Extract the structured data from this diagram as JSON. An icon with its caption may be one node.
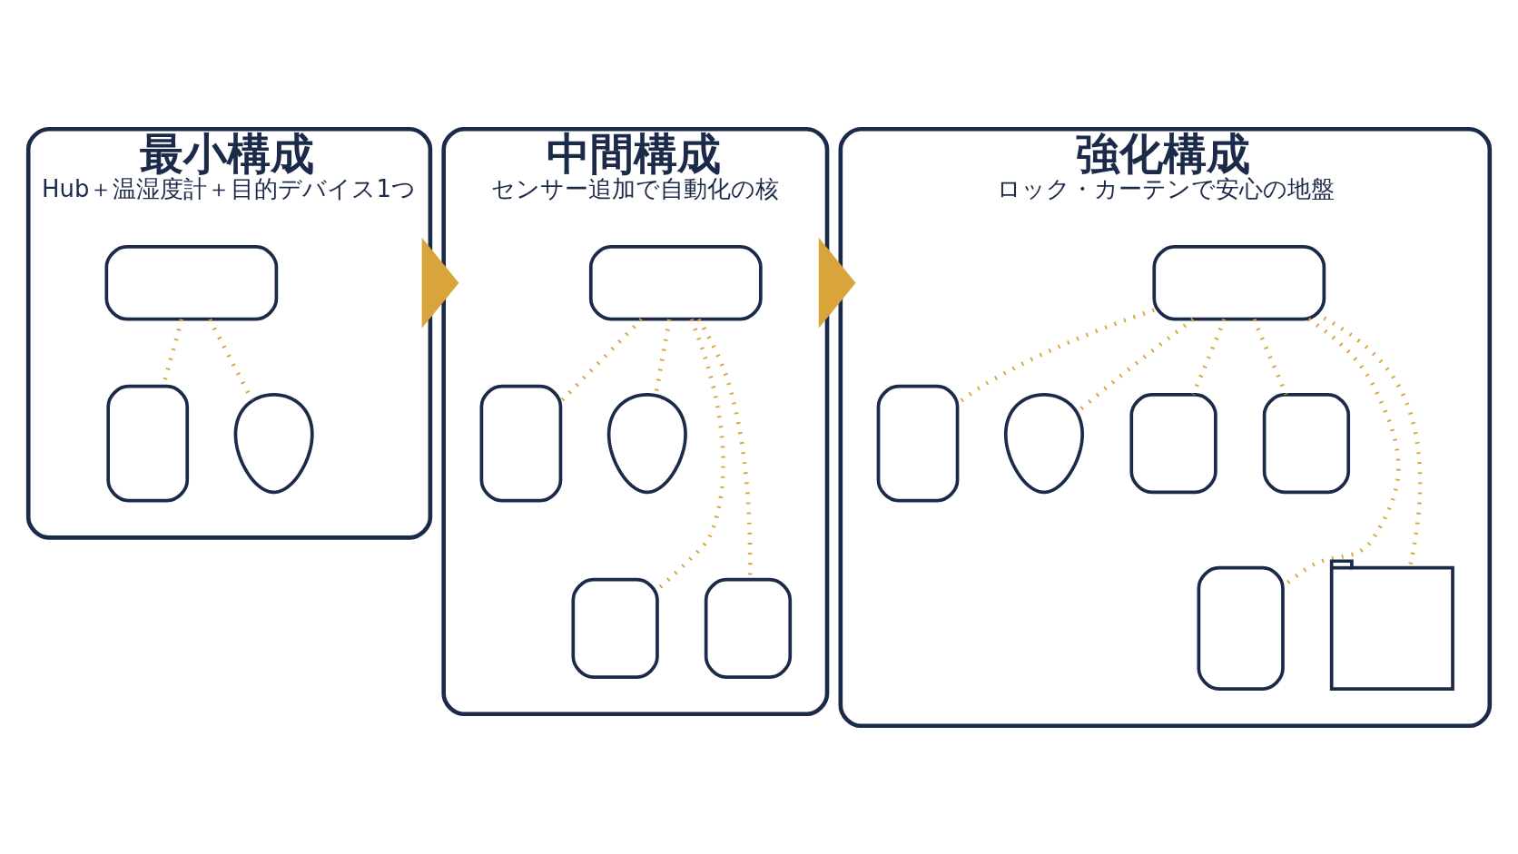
{
  "diagram": {
    "nodes": [
      {
        "text": [
          "最小構成",
          "Hub＋温湿度計＋目的デバイス1つ"
        ]
      },
      {
        "text": [],
        "shape": "hub",
        "in": 0
      },
      {
        "text": [],
        "shape": "thermometer",
        "in": 0
      },
      {
        "text": [],
        "shape": "bulb",
        "in": 0
      },
      {
        "text": [
          "中間構成",
          "センサー追加で自動化の核"
        ]
      },
      {
        "text": [],
        "shape": "hub",
        "in": 4
      },
      {
        "text": [],
        "shape": "thermometer",
        "in": 4
      },
      {
        "text": [],
        "shape": "bulb",
        "in": 4
      },
      {
        "text": [],
        "shape": "sensor",
        "in": 4
      },
      {
        "text": [],
        "shape": "sensor",
        "in": 4
      },
      {
        "text": [
          "強化構成",
          "ロック・カーテンで安心の地盤"
        ]
      },
      {
        "text": [],
        "shape": "hub",
        "in": 10
      },
      {
        "text": [],
        "shape": "thermometer",
        "in": 10
      },
      {
        "text": [],
        "shape": "bulb",
        "in": 10
      },
      {
        "text": [],
        "shape": "sensor",
        "in": 10
      },
      {
        "text": [],
        "shape": "sensor",
        "in": 10
      },
      {
        "text": [],
        "shape": "lock",
        "in": 10
      },
      {
        "text": [],
        "shape": "curtain",
        "in": 10
      }
    ],
    "edges": [
      {
        "from": 1,
        "to": 2,
        "arrow": "none"
      },
      {
        "from": 1,
        "to": 3,
        "arrow": "none"
      },
      {
        "from": 0,
        "to": 4,
        "arrow": "to",
        "style": "thick"
      },
      {
        "from": 5,
        "to": 6,
        "arrow": "none"
      },
      {
        "from": 5,
        "to": 8,
        "arrow": "none"
      },
      {
        "from": 5,
        "to": 7,
        "arrow": "none"
      },
      {
        "from": 5,
        "to": 9,
        "arrow": "none"
      },
      {
        "from": 4,
        "to": 10,
        "arrow": "to",
        "style": "thick"
      },
      {
        "from": 11,
        "to": 12,
        "arrow": "none"
      },
      {
        "from": 11,
        "to": 13,
        "arrow": "none"
      },
      {
        "from": 11,
        "to": 16,
        "arrow": "none"
      },
      {
        "from": 11,
        "to": 17,
        "arrow": "none"
      },
      {
        "from": 11,
        "to": 14,
        "arrow": "none"
      },
      {
        "from": 11,
        "to": 15,
        "arrow": "none"
      }
    ]
  }
}
